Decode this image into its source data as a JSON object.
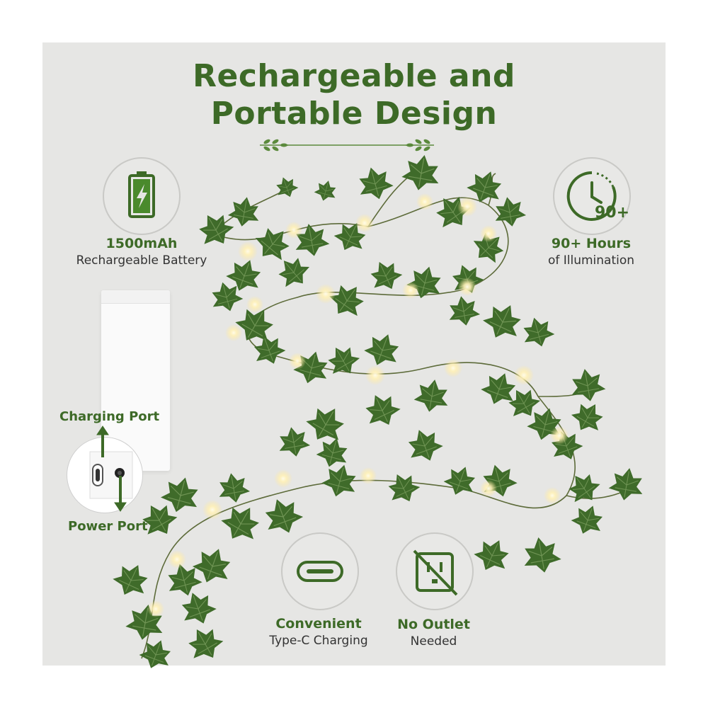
{
  "title": {
    "line1": "Rechargeable and",
    "line2": "Portable Design"
  },
  "features": {
    "battery": {
      "bold": "1500mAh",
      "sub": "Rechargeable Battery",
      "icon": "battery-charging-icon"
    },
    "hours": {
      "bold": "90+ Hours",
      "sub": "of Illumination",
      "icon": "clock-icon",
      "badge": "90+"
    },
    "typec": {
      "bold": "Convenient",
      "sub": "Type-C Charging",
      "icon": "usb-c-icon"
    },
    "outlet": {
      "bold": "No Outlet",
      "sub": "Needed",
      "icon": "no-outlet-icon"
    }
  },
  "ports": {
    "charging": "Charging Port",
    "power": "Power Port"
  },
  "colors": {
    "brand_green": "#3d6a27",
    "background": "#e6e6e4",
    "leaf": "#3f6b2a"
  }
}
